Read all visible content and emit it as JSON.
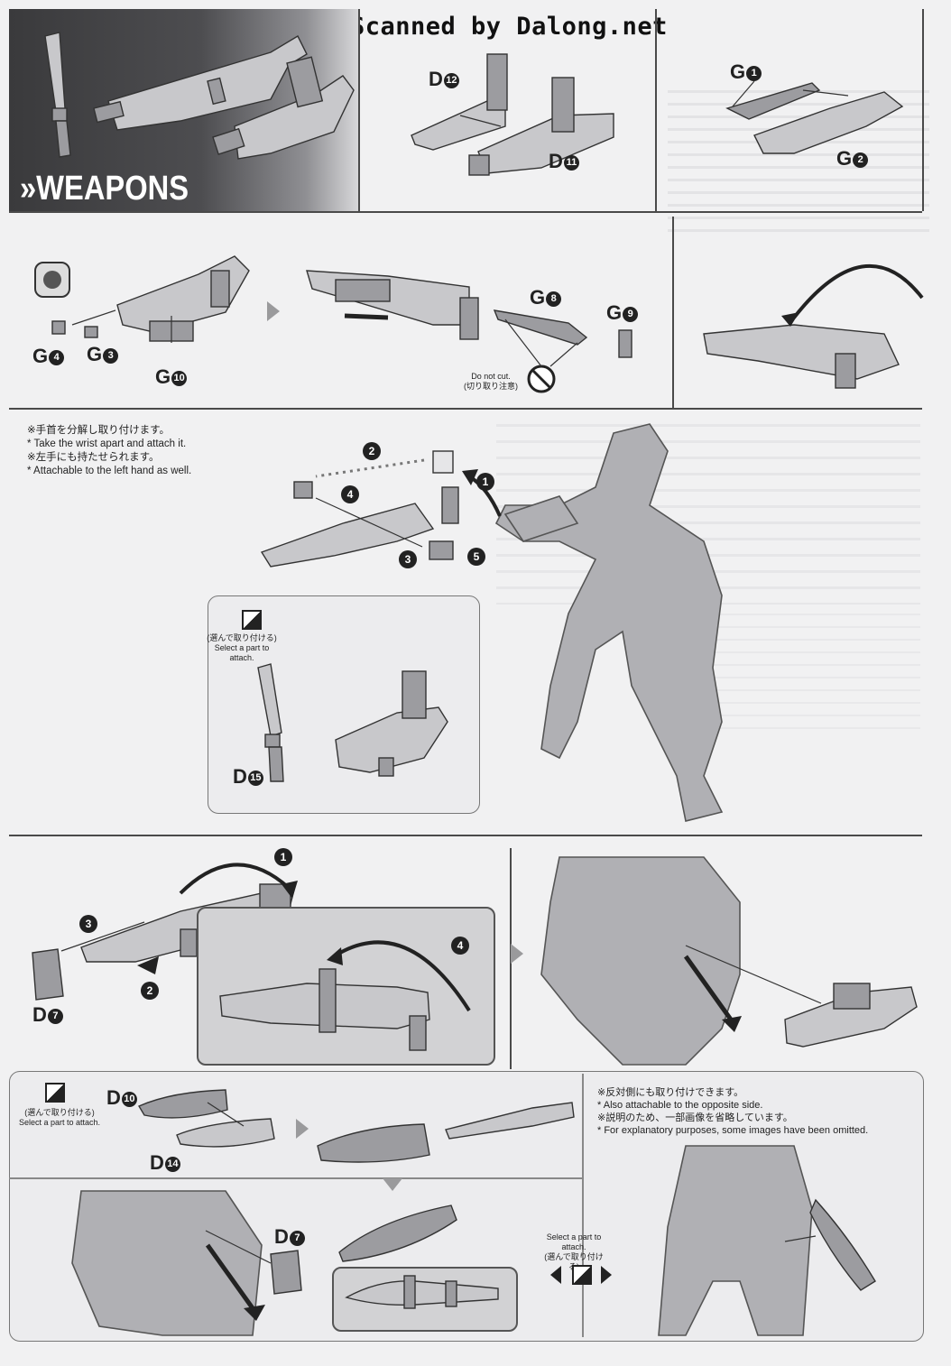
{
  "scanner_credit": "Scanned by Dalong.net",
  "header": {
    "title": "WEAPONS",
    "chevron": "»"
  },
  "parts": {
    "d12": {
      "letter": "D",
      "num": "12"
    },
    "d11": {
      "letter": "D",
      "num": "11"
    },
    "g1": {
      "letter": "G",
      "num": "1"
    },
    "g2": {
      "letter": "G",
      "num": "2"
    },
    "g4": {
      "letter": "G",
      "num": "4"
    },
    "g3": {
      "letter": "G",
      "num": "3"
    },
    "g10": {
      "letter": "G",
      "num": "10"
    },
    "g8": {
      "letter": "G",
      "num": "8"
    },
    "g9": {
      "letter": "G",
      "num": "9"
    },
    "d15": {
      "letter": "D",
      "num": "15"
    },
    "d7a": {
      "letter": "D",
      "num": "7"
    },
    "d10": {
      "letter": "D",
      "num": "10"
    },
    "d14": {
      "letter": "D",
      "num": "14"
    },
    "d7b": {
      "letter": "D",
      "num": "7"
    }
  },
  "do_not_cut": {
    "en": "Do not cut.",
    "jp": "(切り取り注意)"
  },
  "wrist_notes": {
    "jp1": "※手首を分解し取り付けます。",
    "en1": "* Take the wrist apart and attach it.",
    "jp2": "※左手にも持たせられます。",
    "en2": "* Attachable to the left hand as well."
  },
  "select_part": {
    "jp": "(選んで取り付ける)",
    "en": "Select a part to attach."
  },
  "opposite_notes": {
    "jp1": "※反対側にも取り付けできます。",
    "en1": "* Also attachable to the opposite side.",
    "jp2": "※説明のため、一部画像を省略しています。",
    "en2": "* For explanatory purposes, some images have been omitted."
  },
  "steps": {
    "s1": "1",
    "s2": "2",
    "s3": "3",
    "s4": "4",
    "s5": "5"
  }
}
